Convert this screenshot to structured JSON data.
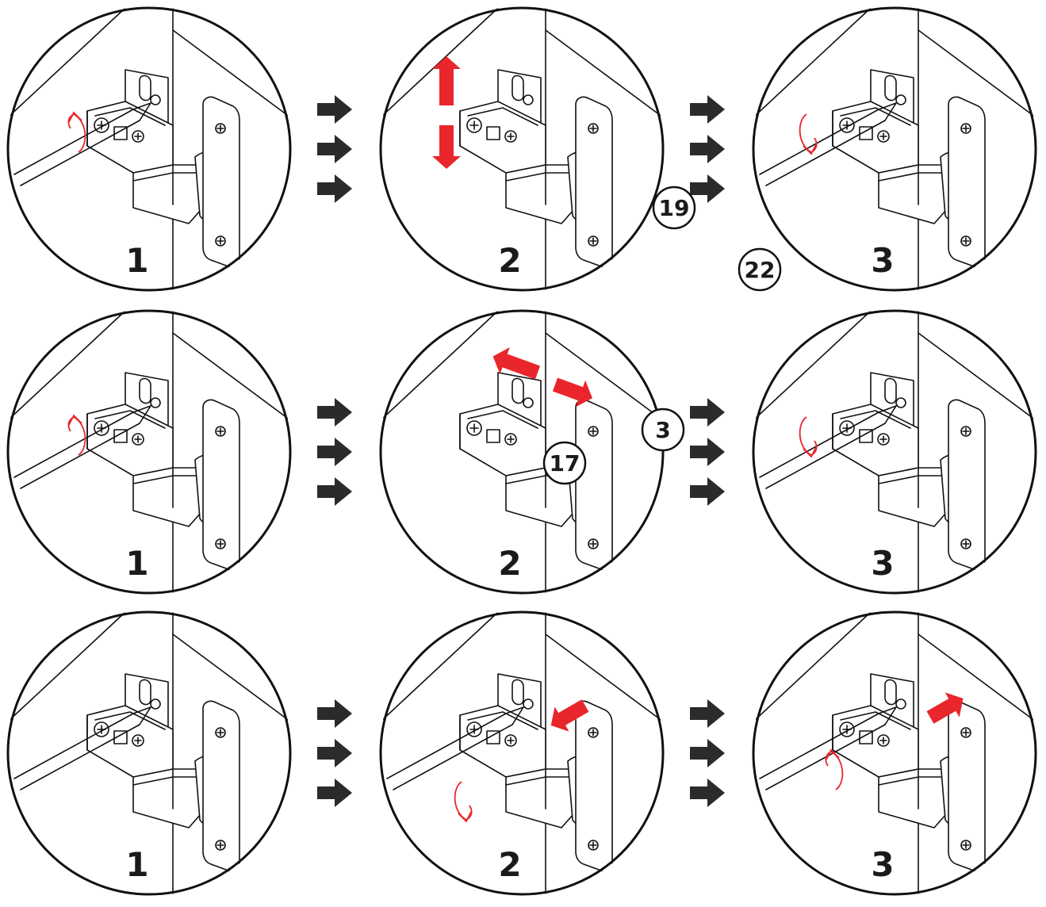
{
  "rows": [
    {
      "panels": [
        {
          "label": "1",
          "action": "screw-counterclockwise"
        },
        {
          "label": "2",
          "action": "move-up-down"
        },
        {
          "label": "3",
          "action": "screw-clockwise"
        }
      ],
      "callouts": [
        "19",
        "22"
      ]
    },
    {
      "panels": [
        {
          "label": "1",
          "action": "screw-counterclockwise"
        },
        {
          "label": "2",
          "action": "move-left-right"
        },
        {
          "label": "3",
          "action": "screw-clockwise"
        }
      ],
      "callouts": [
        "3",
        "17"
      ]
    },
    {
      "panels": [
        {
          "label": "1",
          "action": "insert-screwdriver"
        },
        {
          "label": "2",
          "action": "screw-clockwise-push-in"
        },
        {
          "label": "3",
          "action": "screw-counterclockwise-pull-out"
        }
      ],
      "callouts": []
    }
  ],
  "colors": {
    "arrow": "#e8262b",
    "ink": "#111111",
    "flow_arrow": "#2b2b2b"
  }
}
